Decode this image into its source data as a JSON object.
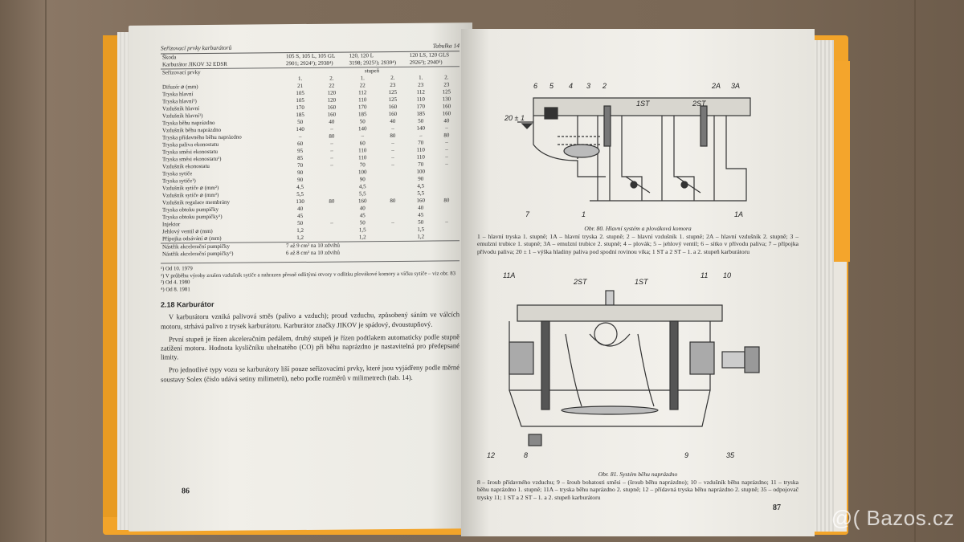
{
  "left_page": {
    "header_left": "Seřizovací prvky karburátorů",
    "header_right": "Tabulka 14",
    "col_groups": [
      {
        "head": "105 S, 105 L, 105 GL",
        "sub": "2901; 2924¹); 2938⁴)"
      },
      {
        "head": "120, 120 L",
        "sub": "3198; 2925²); 2939⁴)"
      },
      {
        "head": "120 LS, 120 GLS",
        "sub": "2926³); 2940⁵)"
      }
    ],
    "row_skoda": "Škoda",
    "row_karburator": "Karburátor JIKOV 32 EDSR",
    "row_prvky": "Seřizovací prvky",
    "stupen": "stupeň",
    "stage_labels": [
      "1.",
      "2.",
      "1.",
      "2.",
      "1.",
      "2."
    ],
    "rows": [
      {
        "label": "Difuzér ⌀ (mm)",
        "v": [
          "21",
          "22",
          "22",
          "23",
          "23",
          "23"
        ]
      },
      {
        "label": "Tryska hlavní",
        "v": [
          "105",
          "120",
          "112",
          "125",
          "112",
          "125"
        ]
      },
      {
        "label": "Tryska hlavní¹)",
        "v": [
          "105",
          "120",
          "110",
          "125",
          "110",
          "130"
        ]
      },
      {
        "label": "Vzdušník hlavní",
        "v": [
          "170",
          "160",
          "170",
          "160",
          "170",
          "160"
        ]
      },
      {
        "label": "Vzdušník hlavní¹)",
        "v": [
          "185",
          "160",
          "185",
          "160",
          "185",
          "160"
        ]
      },
      {
        "label": "Tryska běhu naprázdno",
        "v": [
          "50",
          "40",
          "50",
          "40",
          "50",
          "40"
        ]
      },
      {
        "label": "Vzdušník běhu naprázdno",
        "v": [
          "140",
          "–",
          "140",
          "–",
          "140",
          "–"
        ]
      },
      {
        "label": "Tryska přídavného běhu naprázdno",
        "v": [
          "–",
          "80",
          "–",
          "80",
          "–",
          "80"
        ]
      },
      {
        "label": "Tryska paliva ekonostatu",
        "v": [
          "60",
          "–",
          "60",
          "–",
          "70",
          "–"
        ]
      },
      {
        "label": "Tryska směsi ekonostatu",
        "v": [
          "95",
          "–",
          "110",
          "–",
          "110",
          "–"
        ]
      },
      {
        "label": "Tryska směsi ekonostatu¹)",
        "v": [
          "85",
          "–",
          "110",
          "–",
          "110",
          "–"
        ]
      },
      {
        "label": "Vzdušník ekonostatu",
        "v": [
          "70",
          "–",
          "70",
          "–",
          "70",
          "–"
        ]
      },
      {
        "label": "Tryska sytiče",
        "v": [
          "90",
          "",
          "100",
          "",
          "100",
          ""
        ]
      },
      {
        "label": "Tryska sytiče¹)",
        "v": [
          "90",
          "",
          "90",
          "",
          "90",
          ""
        ]
      },
      {
        "label": "Vzdušník sytiče ⌀ (mm²)",
        "v": [
          "4,5",
          "",
          "4,5",
          "",
          "4,5",
          ""
        ]
      },
      {
        "label": "Vzdušník sytiče ⌀ (mm²)",
        "v": [
          "5,5",
          "",
          "5,5",
          "",
          "5,5",
          ""
        ]
      },
      {
        "label": "Vzdušník regulace membrány",
        "v": [
          "130",
          "80",
          "160",
          "80",
          "160",
          "80"
        ]
      },
      {
        "label": "Tryska obtoku pumpičky",
        "v": [
          "40",
          "",
          "40",
          "",
          "40",
          ""
        ]
      },
      {
        "label": "Tryska obtoku pumpičky¹)",
        "v": [
          "45",
          "",
          "45",
          "",
          "45",
          ""
        ]
      },
      {
        "label": "Injektor",
        "v": [
          "50",
          "–",
          "50",
          "–",
          "50",
          "–"
        ]
      },
      {
        "label": "Jehlový ventil ⌀ (mm)",
        "v": [
          "1,2",
          "",
          "1,5",
          "",
          "1,5",
          ""
        ]
      },
      {
        "label": "Přípojka odsávání ⌀ (mm)",
        "v": [
          "1,2",
          "",
          "1,2",
          "",
          "1,2",
          ""
        ]
      }
    ],
    "row_natrik1_label": "Nástřik akcelerační pumpičky",
    "row_natrik1_value": "7 až 9 cm³ na 10 zdvihů",
    "row_natrik2_label": "Nástřik akcelerační pumpičky¹)",
    "row_natrik2_value": "6 až 8 cm³ na 10 zdvihů",
    "notes": [
      "¹) Od 10. 1979",
      "²) V průběhu výroby zrušen vzdušník sytiče a nahrazen přesně odlitými otvory v odlitku plovákové komory a víčku sytiče – viz obr. 83",
      "³) Od 4. 1980",
      "⁴) Od 8. 1981"
    ],
    "section_title": "2.18 Karburátor",
    "paragraphs": [
      "V karburátoru vzniká palivová směs (palivo a vzduch); proud vzduchu, způsobený sáním ve válcích motoru, strhává palivo z trysek karburátoru. Karburátor značky JIKOV je spádový, dvoustupňový.",
      "První stupeň je řízen akceleračním pedálem, druhý stupeň je řízen podtlakem automaticky podle stupně zatížení motoru. Hodnota kysličníku uhelnatého (CO) při běhu naprázdno je nastavitelná pro předepsané limity.",
      "Pro jednotlivé typy vozu se karburátory liší pouze seřizovacími prvky, které jsou vyjádřeny podle měrné soustavy Solex (číslo udává setiny milimetrů), nebo podle rozměrů v milimetrech (tab. 14)."
    ],
    "page_number": "86"
  },
  "right_page": {
    "fig1_labels": [
      "6",
      "5",
      "4",
      "3",
      "2",
      "1ST",
      "2ST",
      "2A",
      "3A",
      "20 ± 1",
      "7",
      "1",
      "1A"
    ],
    "fig1_title": "Obr. 80. Hlavní systém a plováková komora",
    "fig1_caption": "1 – hlavní tryska 1. stupně; 1A – hlavní tryska 2. stupně; 2 – hlavní vzdušník 1. stupně; 2A – hlavní vzdušník 2. stupně; 3 – emulzní trubice 1. stupně; 3A – emulzní trubice 2. stupně; 4 – plovák; 5 – jehlový ventil; 6 – sítko v přívodu paliva; 7 – přípojka přívodu paliva; 20 ± 1 – výška hladiny paliva pod spodní rovinou víka; 1 ST a 2 ST – 1. a 2. stupeň karburátoru",
    "fig2_labels": [
      "11A",
      "2ST",
      "1ST",
      "11",
      "10",
      "12",
      "8",
      "9",
      "35"
    ],
    "fig2_title": "Obr. 81. Systém běhu naprázdno",
    "fig2_caption": "8 – šroub přídavného vzduchu; 9 – šroub bohatosti směsi – (šroub běhu naprázdno); 10 – vzdušník běhu naprázdno; 11 – tryska běhu naprázdno 1. stupně; 11A – tryska běhu naprázdno 2. stupně; 12 – přídavná tryska běhu naprázdno 2. stupně; 35 – odpojovač trysky 11; 1 ST a 2 ST – 1. a 2. stupeň karburátoru",
    "page_number": "87"
  },
  "watermark": "Bazos.cz"
}
